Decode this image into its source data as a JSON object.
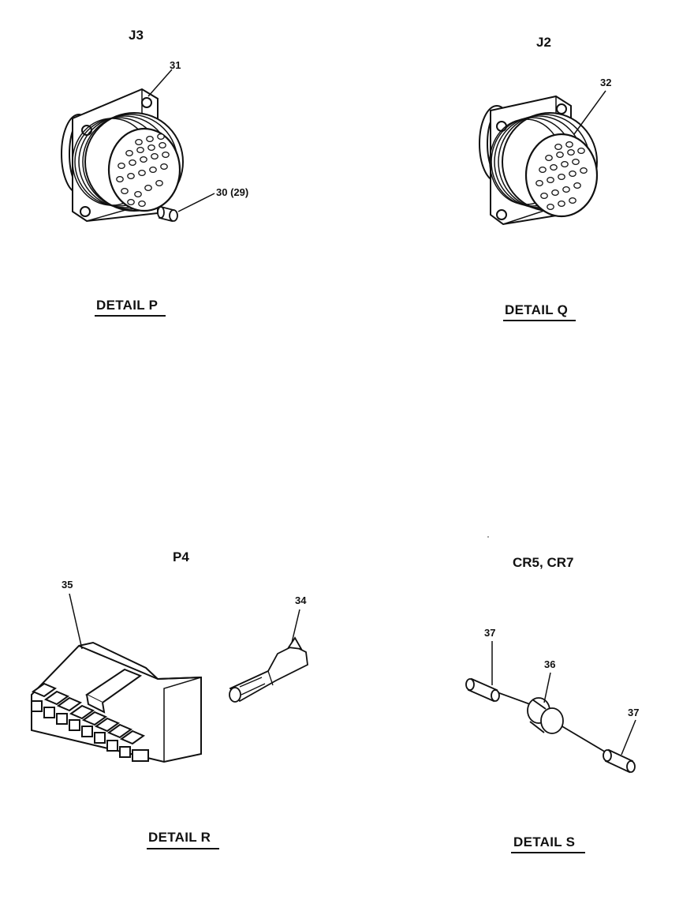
{
  "details": [
    {
      "designator": "J3",
      "caption": "DETAIL P",
      "callouts": [
        "31",
        "30 (29)"
      ]
    },
    {
      "designator": "J2",
      "caption": "DETAIL Q",
      "callouts": [
        "32"
      ]
    },
    {
      "designator": "P4",
      "caption": "DETAIL R",
      "callouts": [
        "35",
        "34"
      ]
    },
    {
      "designator": "CR5, CR7",
      "caption": "DETAIL S",
      "callouts": [
        "37",
        "36",
        "37"
      ]
    }
  ]
}
